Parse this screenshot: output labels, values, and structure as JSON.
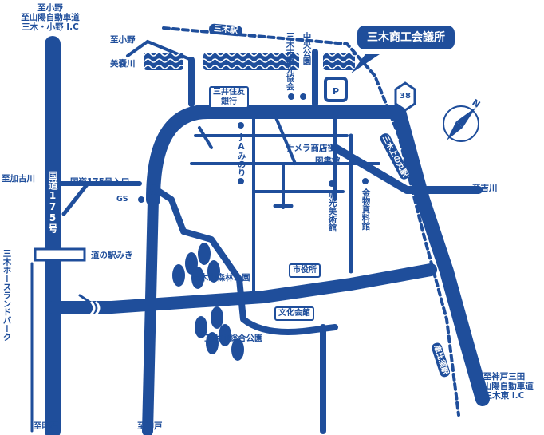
{
  "colors": {
    "primary": "#1f4e9b",
    "background": "#ffffff",
    "text_on_primary": "#ffffff"
  },
  "destinations": {
    "north_left": [
      "至小野",
      "至山陽自動車道",
      "三木・小野 I.C"
    ],
    "north_center": "至小野",
    "west": "至加古川",
    "west_vertical": "三木ホースランドパーク",
    "south_left": "至明石",
    "south_center": "至神戸",
    "east": "至吉川",
    "southeast": [
      "至神戸三田",
      "至山陽自動車道",
      "三木東 I.C"
    ]
  },
  "rivers": {
    "mimoro": "美嚢川"
  },
  "routes": {
    "national175": "国道175号",
    "national175_entrance": "国道175号入口",
    "national38": "38"
  },
  "railway": {
    "miki_station": "三木駅",
    "miki_uenomaru_station": "三木上の丸駅",
    "line_name": "恵比須駅"
  },
  "landmarks": {
    "chamber": "三木商工会議所",
    "tourism": "三木市観光協会",
    "chuo_park": "中央公園",
    "mitsui_bank": [
      "三井住友",
      "銀行"
    ],
    "ja_bank": "JAみのり",
    "namera": "ナメラ商店街",
    "library": "図書館",
    "horimitsu_museum": "堀光美術館",
    "kanamono_museum": "金物資料館",
    "gs": "GS",
    "michi_no_eki": "道の駅みき",
    "miki_forest_park": "三木山森林公園",
    "miki_sports_park": "三木山総合公園",
    "city_hall": "市役所",
    "culture_hall": "文化会館"
  },
  "compass": {
    "north": "N"
  }
}
